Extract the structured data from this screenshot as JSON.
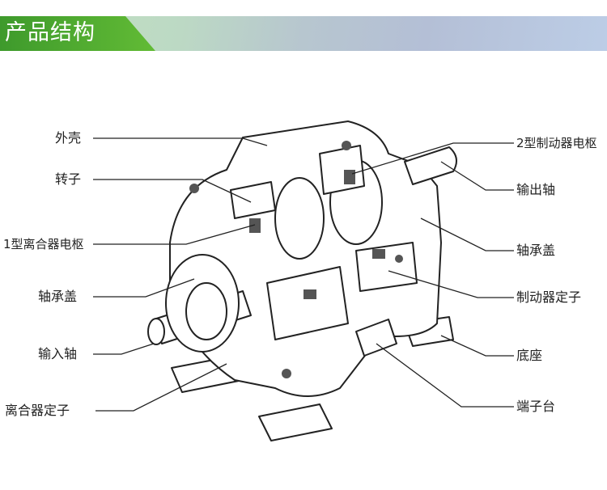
{
  "header": {
    "title": "产品结构"
  },
  "labels_left": [
    "外壳",
    "转子",
    "1型离合器电枢",
    "轴承盖",
    "输入轴",
    "离合器定子"
  ],
  "labels_right": [
    "2型制动器电枢",
    "输出轴",
    "轴承盖",
    "制动器定子",
    "底座",
    "端子台"
  ]
}
